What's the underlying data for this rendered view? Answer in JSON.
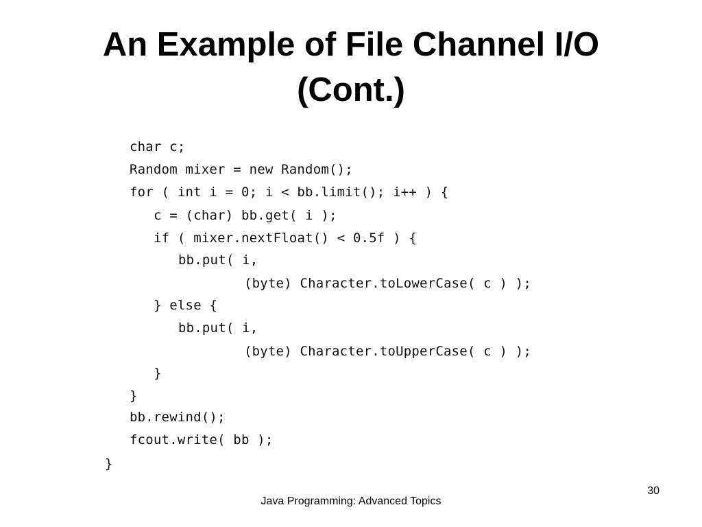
{
  "slide": {
    "title_line_1": "An Example of File Channel I/O",
    "title_line_2": "(Cont.)",
    "code_lines": [
      "char c;",
      "Random mixer = new Random();",
      "for ( int i = 0; i < bb.limit(); i++ ) {",
      "c = (char) bb.get( i );",
      "if ( mixer.nextFloat() < 0.5f ) {",
      "bb.put( i,",
      "(byte) Character.toLowerCase( c ) );",
      "} else {",
      "bb.put( i,",
      "(byte) Character.toUpperCase( c ) );",
      "}",
      "}",
      "bb.rewind();",
      "fcout.write( bb );",
      "}"
    ],
    "footer": "Java Programming: Advanced Topics",
    "page_number": "30"
  }
}
